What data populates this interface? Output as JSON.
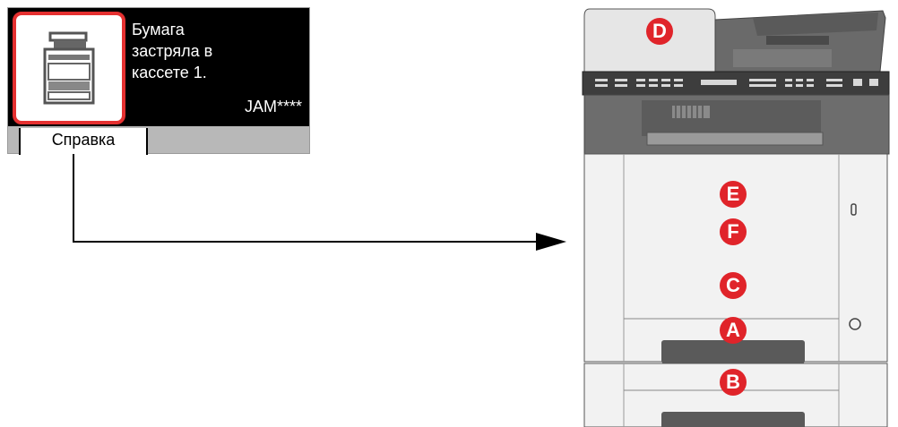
{
  "lcd": {
    "message_lines": [
      "Бумага",
      "застряла в",
      "кассете 1."
    ],
    "code": "JAM****",
    "help_button": "Справка",
    "highlight_color": "#e53030"
  },
  "printer": {
    "markers": [
      "D",
      "E",
      "F",
      "C",
      "A",
      "B"
    ],
    "marker_color": "#e0242a"
  }
}
